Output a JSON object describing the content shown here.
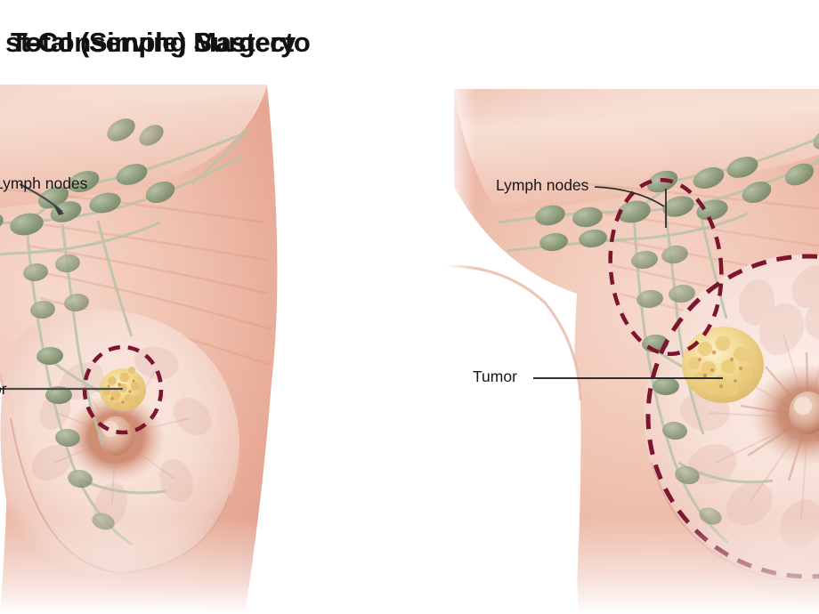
{
  "figure": {
    "kind": "medical-illustration",
    "subject": "breast cancer surgery comparison",
    "background_color": "#ffffff",
    "panel_count": 2
  },
  "panels": [
    {
      "id": "breast-conserving-surgery",
      "title": "st-Conserving Surgery",
      "title_full_visible": "st-Conserving Surgery",
      "cropped": "left edge",
      "labels": {
        "lymph_nodes": "Lymph nodes",
        "tumor": "or"
      },
      "markings": {
        "excision_outline": "small dashed ellipse around tumor only",
        "excision_color": "#7d1430",
        "lymph_node_outline": "none"
      }
    },
    {
      "id": "total-simple-mastectomy",
      "title": "Total (Simple) Mastecto",
      "title_full_visible": "Total (Simple) Mastecto",
      "cropped": "right edge",
      "labels": {
        "lymph_nodes": "Lymph nodes",
        "tumor": "Tumor"
      },
      "markings": {
        "excision_outline": "large dashed circle around entire breast",
        "excision_color": "#7d1430",
        "lymph_node_outline": "dashed oval around axillary lymph node group"
      }
    }
  ],
  "colors": {
    "skin_light": "#f7ded4",
    "skin_mid": "#eeb8a6",
    "skin_deep": "#e09e8c",
    "skin_shadow": "#d08a78",
    "breast_fill": "#f6ddd4",
    "areola": "#c9846c",
    "nipple": "#e8c3b2",
    "lymph_node": "#95a285",
    "lymph_vessel": "#b9c3a8",
    "tumor_gold": "#f0d48c",
    "tumor_speckle": "#d9833f",
    "dashed_marking": "#7d1430",
    "leader_line": "#4a4a4a",
    "text": "#17161a",
    "lobule": "#e8c6bc"
  },
  "annotations": {
    "left_tumor_leader": "horizontal line from label to tumor inside dashed ellipse",
    "left_lymph_leaders": "two leader lines from label to node chain",
    "right_tumor_leader": "long horizontal line from label to tumor mass",
    "right_lymph_leaders": "two leader lines, one into dashed oval, one to node"
  }
}
